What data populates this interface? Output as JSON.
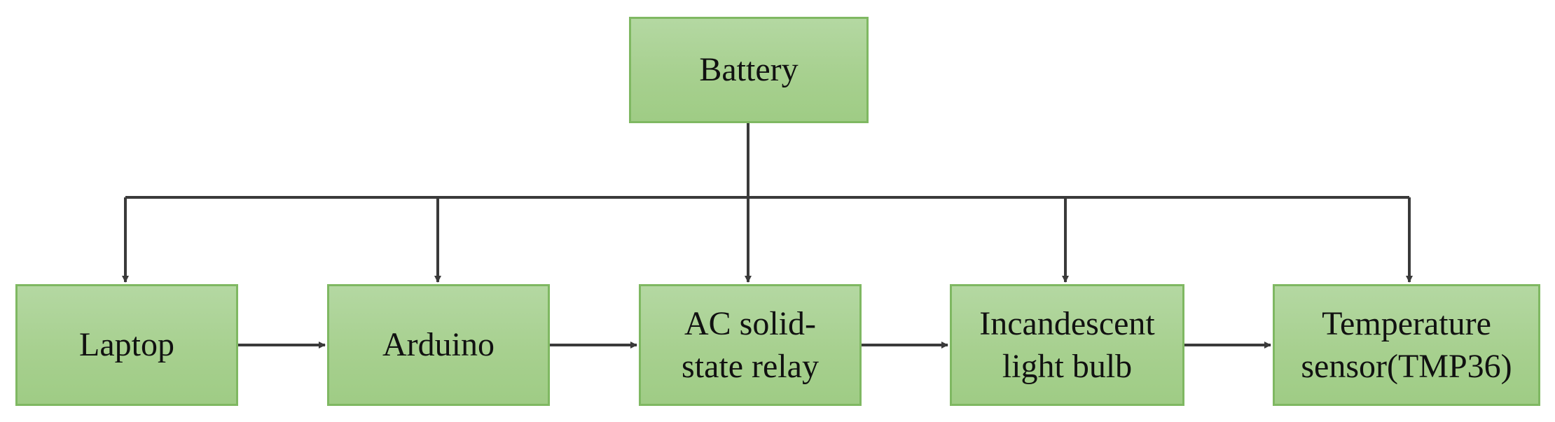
{
  "diagram": {
    "nodes": {
      "battery": "Battery",
      "laptop": "Laptop",
      "arduino": "Arduino",
      "relay": "AC solid-\nstate relay",
      "bulb": "Incandescent\nlight  bulb",
      "sensor": "Temperature\nsensor(TMP36)"
    },
    "edges": [
      {
        "from": "battery",
        "to": "laptop"
      },
      {
        "from": "battery",
        "to": "arduino"
      },
      {
        "from": "battery",
        "to": "relay"
      },
      {
        "from": "battery",
        "to": "bulb"
      },
      {
        "from": "battery",
        "to": "sensor"
      },
      {
        "from": "laptop",
        "to": "arduino"
      },
      {
        "from": "arduino",
        "to": "relay"
      },
      {
        "from": "relay",
        "to": "bulb"
      },
      {
        "from": "bulb",
        "to": "sensor"
      }
    ],
    "colors": {
      "box_fill": "#a7d08f",
      "box_border": "#7fb862",
      "line": "#3a3a3a",
      "text": "#111111"
    }
  }
}
